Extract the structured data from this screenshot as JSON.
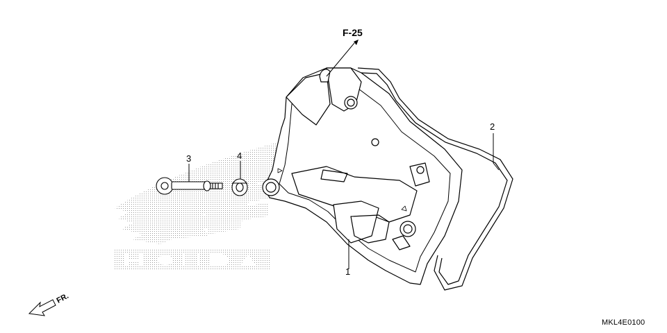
{
  "diagram": {
    "reference_label": "F-25",
    "callouts": [
      {
        "id": "1",
        "text": "1"
      },
      {
        "id": "2",
        "text": "2"
      },
      {
        "id": "3",
        "text": "3"
      },
      {
        "id": "4",
        "text": "4"
      }
    ],
    "front_arrow_label": "FR.",
    "drawing_code": "MKL4E0100",
    "watermark_icon": "honda-wing-logo"
  }
}
